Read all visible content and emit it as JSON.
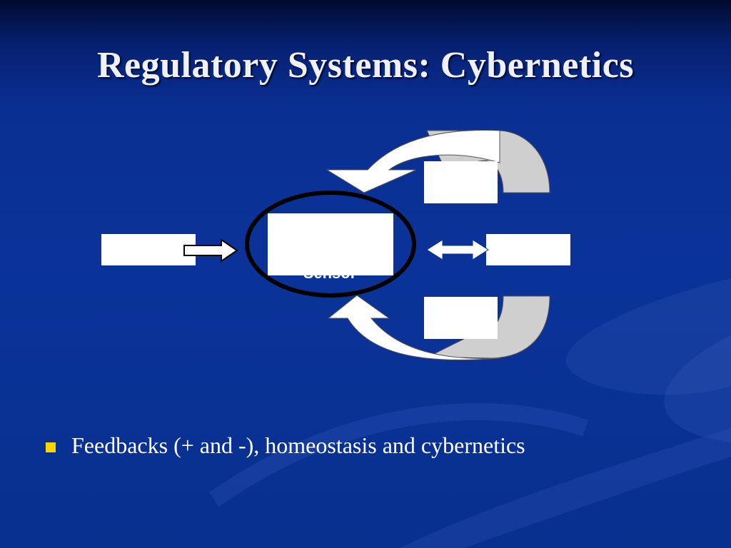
{
  "slide": {
    "title": "Regulatory Systems: Cybernetics"
  },
  "diagram": {
    "center_label": "Sensor"
  },
  "bullets": [
    {
      "text": "Feedbacks (+ and -), homeostasis and cybernetics"
    }
  ],
  "colors": {
    "background": "#0a3399",
    "title_text": "#f0f0fa",
    "bullet_marker": "#ffd400",
    "arrow_fill": "#ffffff",
    "arrow_shadow": "#cfcfcf",
    "ellipse_stroke": "#000000"
  }
}
